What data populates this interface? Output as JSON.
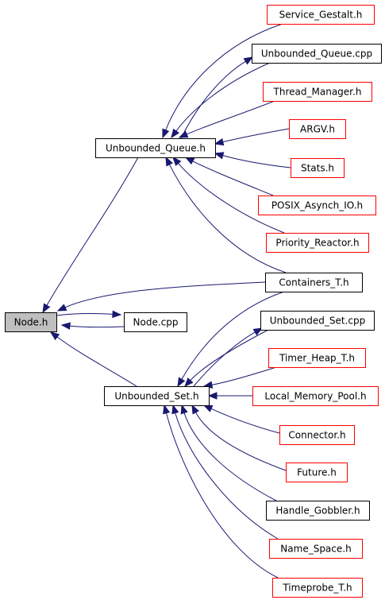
{
  "colors": {
    "edge": "#191970",
    "border_documented": "#000000",
    "border_undocumented": "#ff0000",
    "fill_default": "#ffffff",
    "fill_focus": "#bfbfbf"
  },
  "nodes": [
    {
      "id": "node_h",
      "label": "Node.h",
      "style": "focus"
    },
    {
      "id": "node_cpp",
      "label": "Node.cpp",
      "style": "documented"
    },
    {
      "id": "unbounded_queue_h",
      "label": "Unbounded_Queue.h",
      "style": "documented"
    },
    {
      "id": "unbounded_set_h",
      "label": "Unbounded_Set.h",
      "style": "documented"
    },
    {
      "id": "containers_t_h",
      "label": "Containers_T.h",
      "style": "documented"
    },
    {
      "id": "service_gestalt_h",
      "label": "Service_Gestalt.h",
      "style": "undocumented"
    },
    {
      "id": "unbounded_queue_cpp",
      "label": "Unbounded_Queue.cpp",
      "style": "documented"
    },
    {
      "id": "thread_manager_h",
      "label": "Thread_Manager.h",
      "style": "undocumented"
    },
    {
      "id": "argv_h",
      "label": "ARGV.h",
      "style": "undocumented"
    },
    {
      "id": "stats_h",
      "label": "Stats.h",
      "style": "undocumented"
    },
    {
      "id": "posix_asynch_io_h",
      "label": "POSIX_Asynch_IO.h",
      "style": "undocumented"
    },
    {
      "id": "priority_reactor_h",
      "label": "Priority_Reactor.h",
      "style": "undocumented"
    },
    {
      "id": "unbounded_set_cpp",
      "label": "Unbounded_Set.cpp",
      "style": "documented"
    },
    {
      "id": "timer_heap_t_h",
      "label": "Timer_Heap_T.h",
      "style": "undocumented"
    },
    {
      "id": "local_memory_pool_h",
      "label": "Local_Memory_Pool.h",
      "style": "undocumented"
    },
    {
      "id": "connector_h",
      "label": "Connector.h",
      "style": "undocumented"
    },
    {
      "id": "future_h",
      "label": "Future.h",
      "style": "undocumented"
    },
    {
      "id": "handle_gobbler_h",
      "label": "Handle_Gobbler.h",
      "style": "documented"
    },
    {
      "id": "name_space_h",
      "label": "Name_Space.h",
      "style": "undocumented"
    },
    {
      "id": "timeprobe_t_h",
      "label": "Timeprobe_T.h",
      "style": "undocumented"
    }
  ],
  "edges": [
    {
      "from": "unbounded_queue_h",
      "to": "node_h"
    },
    {
      "from": "unbounded_set_h",
      "to": "node_h"
    },
    {
      "from": "containers_t_h",
      "to": "node_h"
    },
    {
      "from": "node_cpp",
      "to": "node_h"
    },
    {
      "from": "node_h",
      "to": "node_cpp"
    },
    {
      "from": "service_gestalt_h",
      "to": "unbounded_queue_h"
    },
    {
      "from": "unbounded_queue_cpp",
      "to": "unbounded_queue_h"
    },
    {
      "from": "unbounded_queue_h",
      "to": "unbounded_queue_cpp"
    },
    {
      "from": "thread_manager_h",
      "to": "unbounded_queue_h"
    },
    {
      "from": "argv_h",
      "to": "unbounded_queue_h"
    },
    {
      "from": "stats_h",
      "to": "unbounded_queue_h"
    },
    {
      "from": "posix_asynch_io_h",
      "to": "unbounded_queue_h"
    },
    {
      "from": "priority_reactor_h",
      "to": "unbounded_queue_h"
    },
    {
      "from": "containers_t_h",
      "to": "unbounded_queue_h"
    },
    {
      "from": "containers_t_h",
      "to": "unbounded_set_h"
    },
    {
      "from": "unbounded_set_cpp",
      "to": "unbounded_set_h"
    },
    {
      "from": "unbounded_set_h",
      "to": "unbounded_set_cpp"
    },
    {
      "from": "timer_heap_t_h",
      "to": "unbounded_set_h"
    },
    {
      "from": "local_memory_pool_h",
      "to": "unbounded_set_h"
    },
    {
      "from": "connector_h",
      "to": "unbounded_set_h"
    },
    {
      "from": "future_h",
      "to": "unbounded_set_h"
    },
    {
      "from": "handle_gobbler_h",
      "to": "unbounded_set_h"
    },
    {
      "from": "name_space_h",
      "to": "unbounded_set_h"
    },
    {
      "from": "timeprobe_t_h",
      "to": "unbounded_set_h"
    }
  ]
}
